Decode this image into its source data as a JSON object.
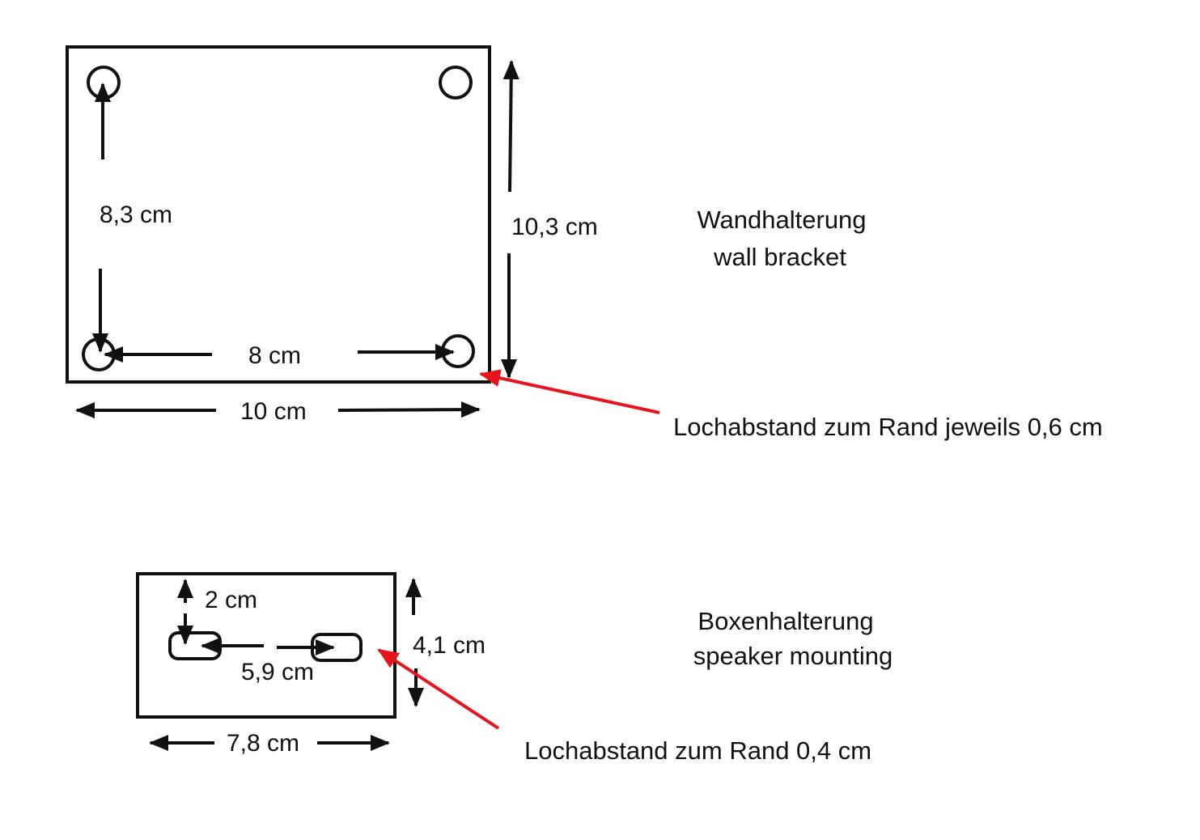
{
  "wall_bracket": {
    "title_de": "Wandhalterung",
    "title_en": "wall bracket",
    "dim_vertical_holes": "8,3 cm",
    "dim_horizontal_holes": "8 cm",
    "dim_height": "10,3 cm",
    "dim_width": "10 cm",
    "edge_note": "Lochabstand zum Rand jeweils 0,6 cm"
  },
  "speaker_mount": {
    "title_de": "Boxenhalterung",
    "title_en": "speaker mounting",
    "dim_slot_length": "2 cm",
    "dim_slot_spacing": "5,9 cm",
    "dim_height": "4,1 cm",
    "dim_width": "7,8 cm",
    "edge_note": "Lochabstand zum Rand 0,4 cm"
  },
  "colors": {
    "line": "#111111",
    "pointer": "#e8141c"
  }
}
